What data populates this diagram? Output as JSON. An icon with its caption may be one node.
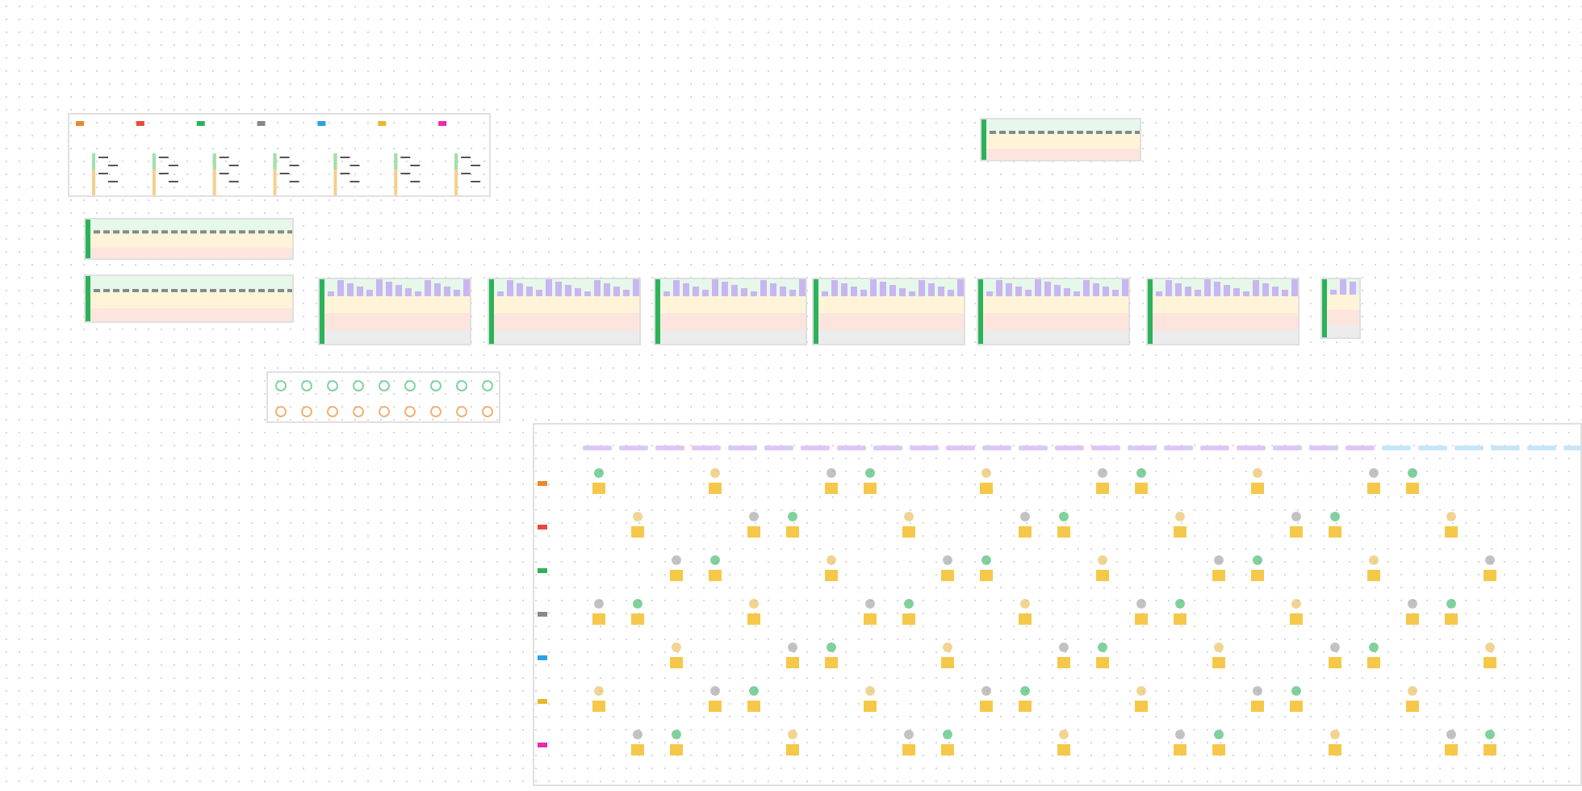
{
  "diagram": {
    "nodes": [
      {
        "text": [],
        "shape": "box"
      },
      {
        "text": [],
        "shape": "box"
      },
      {
        "text": [],
        "shape": "box"
      },
      {
        "text": [],
        "shape": "box"
      },
      {
        "text": [],
        "shape": "box"
      },
      {
        "text": [],
        "shape": "box"
      },
      {
        "text": [],
        "shape": "box"
      },
      {
        "text": [],
        "shape": "box"
      },
      {
        "text": [],
        "shape": "box"
      },
      {
        "text": [],
        "shape": "box"
      },
      {
        "text": [],
        "shape": "box"
      },
      {
        "text": [],
        "shape": "box"
      },
      {
        "text": [],
        "shape": "box"
      }
    ]
  }
}
